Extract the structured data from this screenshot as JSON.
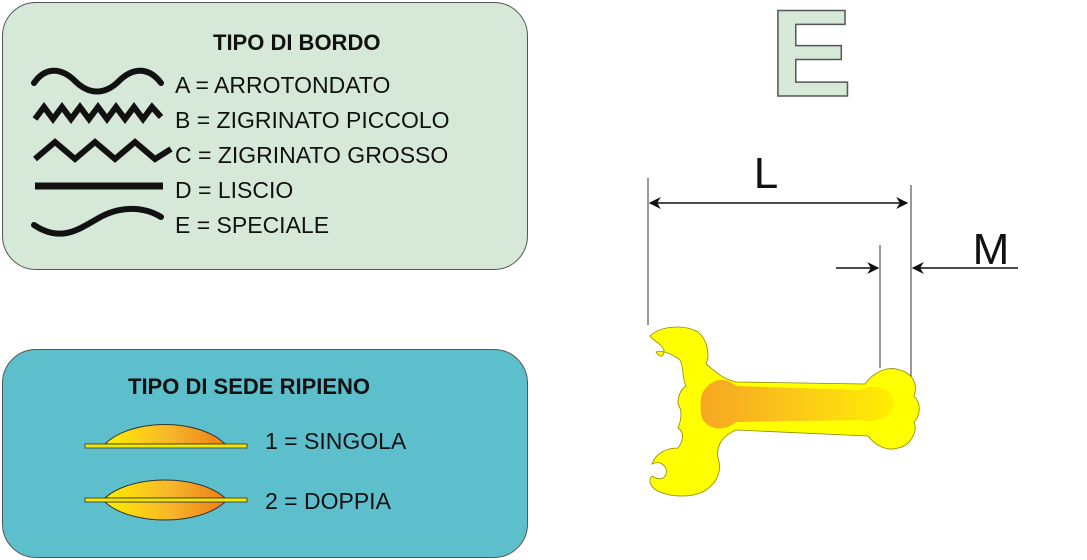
{
  "bordo": {
    "title": "TIPO DI BORDO",
    "items": [
      {
        "icon": "wave-rounded-icon",
        "label": "A = ARROTONDATO"
      },
      {
        "icon": "zigzag-small-icon",
        "label": "B = ZIGRINATO PICCOLO"
      },
      {
        "icon": "zigzag-large-icon",
        "label": "C = ZIGRINATO GROSSO"
      },
      {
        "icon": "straight-line-icon",
        "label": "D = LISCIO"
      },
      {
        "icon": "s-curve-icon",
        "label": "E = SPECIALE"
      }
    ]
  },
  "sede": {
    "title": "TIPO DI SEDE RIPIENO",
    "items": [
      {
        "icon": "single-seat-icon",
        "label": "1 = SINGOLA"
      },
      {
        "icon": "double-seat-icon",
        "label": "2 = DOPPIA"
      }
    ]
  },
  "edge_code": "E",
  "dimensions": {
    "length": "L",
    "margin": "M"
  },
  "colors": {
    "bordo_panel": "#d6e9d9",
    "sede_panel": "#5ebfcc",
    "pasta_outer": "#ffff00",
    "pasta_inner": "#f5a623",
    "letter_fill": "#d6e9d9"
  }
}
